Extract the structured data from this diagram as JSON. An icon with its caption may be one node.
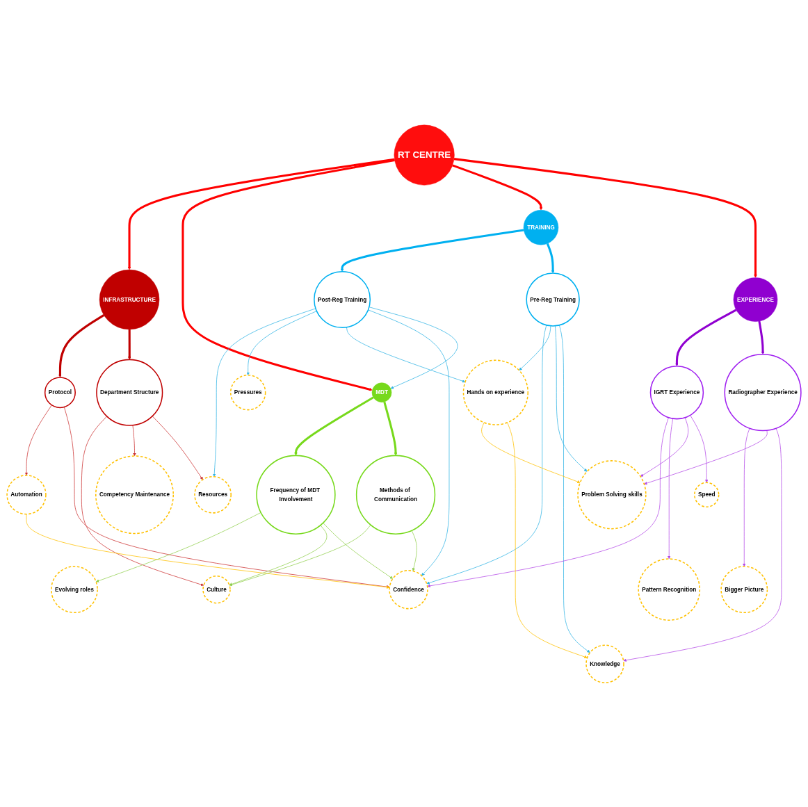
{
  "diagram": {
    "nodes": [
      {
        "text": [
          "RT CENTRE"
        ]
      },
      {
        "text": [
          "INFRASTRUCTURE"
        ]
      },
      {
        "text": [
          "MDT"
        ]
      },
      {
        "text": [
          "TRAINING"
        ]
      },
      {
        "text": [
          "EXPERIENCE"
        ]
      },
      {
        "text": [
          "Protocol"
        ]
      },
      {
        "text": [
          "Department Structure"
        ]
      },
      {
        "text": [
          "Frequency of MDT Involvement"
        ]
      },
      {
        "text": [
          "Methods of Communication"
        ]
      },
      {
        "text": [
          "Post-Reg Training"
        ]
      },
      {
        "text": [
          "Pre-Reg Training"
        ]
      },
      {
        "text": [
          "IGRT Experience"
        ]
      },
      {
        "text": [
          "Radiographer Experience"
        ]
      },
      {
        "text": [
          "Competency Maintenance"
        ]
      },
      {
        "text": [
          "Culture"
        ]
      },
      {
        "text": [
          "Automation"
        ]
      },
      {
        "text": [
          "Evolving roles"
        ]
      },
      {
        "text": [
          "Resources"
        ]
      },
      {
        "text": [
          "Confidence"
        ]
      },
      {
        "text": [
          "Pressures"
        ]
      },
      {
        "text": [
          "Pattern Recognition"
        ]
      },
      {
        "text": [
          "Hands on experience"
        ]
      },
      {
        "text": [
          "Bigger Picture"
        ]
      },
      {
        "text": [
          "Problem Solving skills"
        ]
      },
      {
        "text": [
          "Speed"
        ]
      },
      {
        "text": [
          "Knowledge"
        ]
      }
    ],
    "edges": [
      {
        "from": 0,
        "to": 1,
        "arrow": "to",
        "style": "thick",
        "color": "#ff0000"
      },
      {
        "from": 0,
        "to": 2,
        "arrow": "to",
        "style": "thick",
        "color": "#ff0000"
      },
      {
        "from": 0,
        "to": 3,
        "arrow": "to",
        "style": "thick",
        "color": "#ff0000"
      },
      {
        "from": 0,
        "to": 4,
        "arrow": "to",
        "style": "thick",
        "color": "#ff0000"
      },
      {
        "from": 1,
        "to": 5,
        "arrow": "to",
        "style": "thick",
        "color": "#c00000"
      },
      {
        "from": 1,
        "to": 6,
        "arrow": "to",
        "style": "thick",
        "color": "#c00000"
      },
      {
        "from": 2,
        "to": 7,
        "arrow": "to",
        "style": "thick",
        "color": "#77d91c"
      },
      {
        "from": 2,
        "to": 8,
        "arrow": "to",
        "style": "thick",
        "color": "#77d91c"
      },
      {
        "from": 3,
        "to": 9,
        "arrow": "to",
        "style": "thick",
        "color": "#00b0f0"
      },
      {
        "from": 3,
        "to": 10,
        "arrow": "to",
        "style": "thick",
        "color": "#00b0f0"
      },
      {
        "from": 4,
        "to": 11,
        "arrow": "to",
        "style": "thick",
        "color": "#9000d0"
      },
      {
        "from": 4,
        "to": 12,
        "arrow": "to",
        "style": "thick",
        "color": "#9000d0"
      },
      {
        "from": 5,
        "to": 15,
        "arrow": "to",
        "color": "#cc3333"
      },
      {
        "from": 5,
        "to": 18,
        "arrow": "to",
        "color": "#cc3333"
      },
      {
        "from": 6,
        "to": 14,
        "arrow": "to",
        "color": "#cc3333"
      },
      {
        "from": 6,
        "to": 13,
        "arrow": "to",
        "color": "#cc3333"
      },
      {
        "from": 6,
        "to": 17,
        "arrow": "to",
        "color": "#cc3333"
      },
      {
        "from": 15,
        "to": 18,
        "arrow": "to",
        "color": "#ffc000"
      },
      {
        "from": 7,
        "to": 16,
        "arrow": "to",
        "color": "#92d050"
      },
      {
        "from": 7,
        "to": 14,
        "arrow": "to",
        "color": "#92d050"
      },
      {
        "from": 8,
        "to": 14,
        "arrow": "to",
        "color": "#92d050"
      },
      {
        "from": 7,
        "to": 18,
        "arrow": "to",
        "color": "#92d050"
      },
      {
        "from": 8,
        "to": 18,
        "arrow": "to",
        "color": "#92d050"
      },
      {
        "from": 9,
        "to": 17,
        "arrow": "to",
        "color": "#33b5e5"
      },
      {
        "from": 9,
        "to": 19,
        "arrow": "to",
        "color": "#33b5e5"
      },
      {
        "from": 9,
        "to": 21,
        "arrow": "to",
        "color": "#33b5e5"
      },
      {
        "from": 9,
        "to": 18,
        "arrow": "to",
        "color": "#33b5e5"
      },
      {
        "from": 9,
        "to": 2,
        "arrow": "to",
        "color": "#33b5e5"
      },
      {
        "from": 10,
        "to": 18,
        "arrow": "to",
        "color": "#33b5e5"
      },
      {
        "from": 10,
        "to": 21,
        "arrow": "to",
        "color": "#33b5e5"
      },
      {
        "from": 10,
        "to": 23,
        "arrow": "to",
        "color": "#33b5e5"
      },
      {
        "from": 10,
        "to": 25,
        "arrow": "to",
        "color": "#33b5e5"
      },
      {
        "from": 11,
        "to": 18,
        "arrow": "to",
        "color": "#b44ae8"
      },
      {
        "from": 11,
        "to": 20,
        "arrow": "to",
        "color": "#b44ae8"
      },
      {
        "from": 11,
        "to": 23,
        "arrow": "to",
        "color": "#b44ae8"
      },
      {
        "from": 11,
        "to": 24,
        "arrow": "to",
        "color": "#b44ae8"
      },
      {
        "from": 12,
        "to": 22,
        "arrow": "to",
        "color": "#b44ae8"
      },
      {
        "from": 12,
        "to": 23,
        "arrow": "to",
        "color": "#b44ae8"
      },
      {
        "from": 12,
        "to": 25,
        "arrow": "to",
        "color": "#b44ae8"
      },
      {
        "from": 21,
        "to": 23,
        "arrow": "to",
        "color": "#ffc000"
      },
      {
        "from": 21,
        "to": 25,
        "arrow": "to",
        "color": "#ffc000"
      }
    ]
  }
}
